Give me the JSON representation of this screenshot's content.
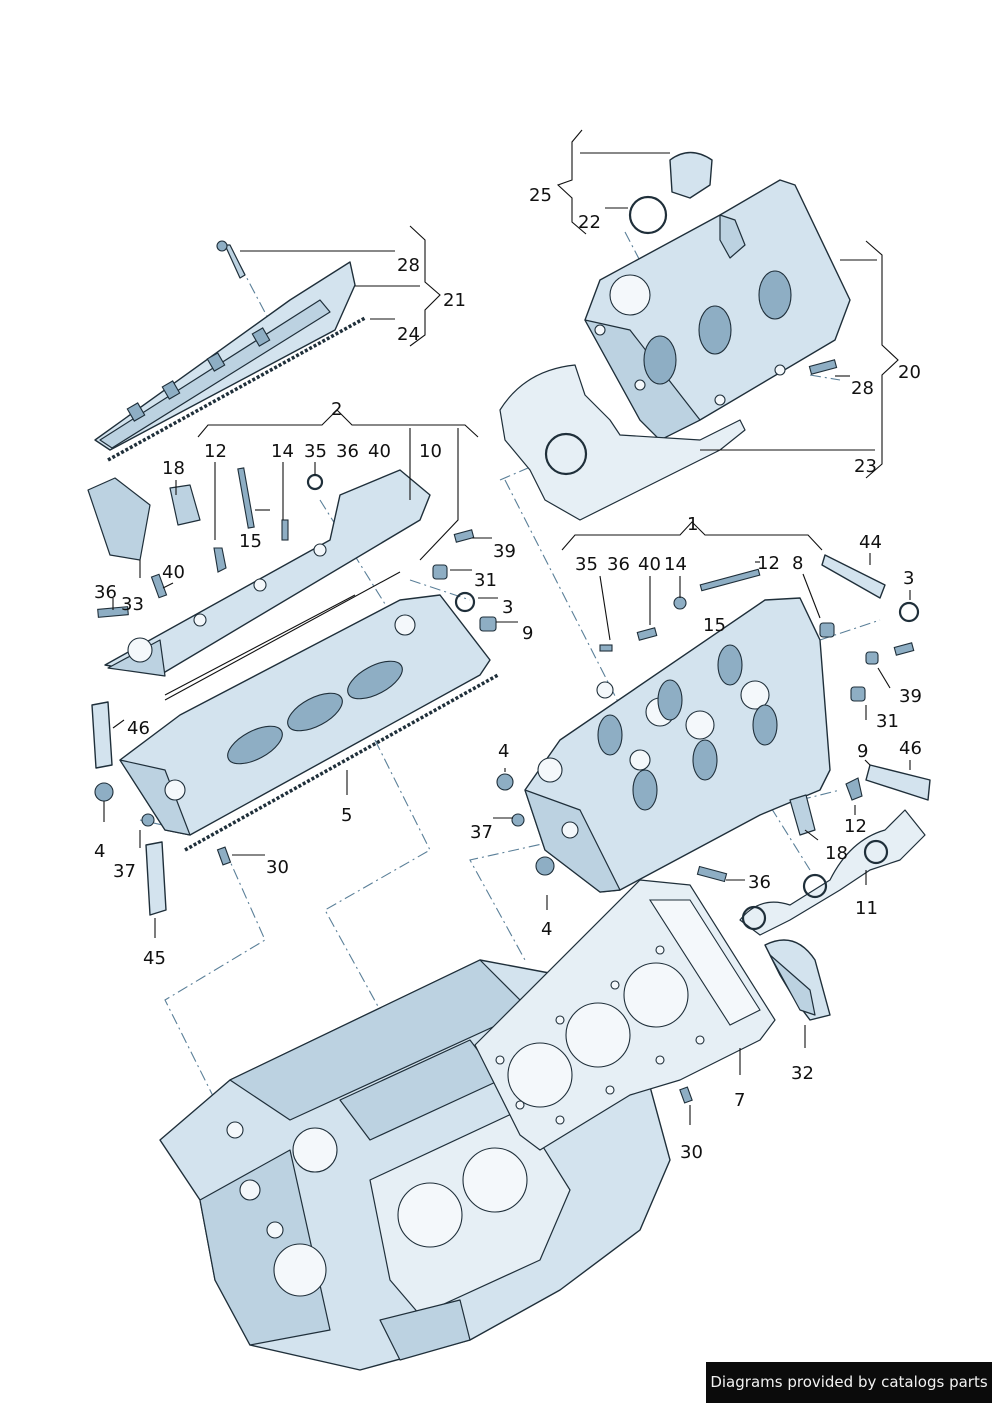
{
  "callouts": [
    {
      "id": "c28a",
      "text": "28"
    },
    {
      "id": "c21",
      "text": "21"
    },
    {
      "id": "c24",
      "text": "24"
    },
    {
      "id": "c2",
      "text": "2"
    },
    {
      "id": "c12a",
      "text": "12"
    },
    {
      "id": "c14a",
      "text": "14"
    },
    {
      "id": "c35a",
      "text": "35"
    },
    {
      "id": "c36a",
      "text": "36"
    },
    {
      "id": "c40a",
      "text": "40"
    },
    {
      "id": "c10",
      "text": "10"
    },
    {
      "id": "c18a",
      "text": "18"
    },
    {
      "id": "c15a",
      "text": "15"
    },
    {
      "id": "c39a",
      "text": "39"
    },
    {
      "id": "c31a",
      "text": "31"
    },
    {
      "id": "c3a",
      "text": "3"
    },
    {
      "id": "c9a",
      "text": "9"
    },
    {
      "id": "c36b",
      "text": "36"
    },
    {
      "id": "c40b",
      "text": "40"
    },
    {
      "id": "c33",
      "text": "33"
    },
    {
      "id": "c46a",
      "text": "46"
    },
    {
      "id": "c5",
      "text": "5"
    },
    {
      "id": "c4a",
      "text": "4"
    },
    {
      "id": "c37a",
      "text": "37"
    },
    {
      "id": "c30a",
      "text": "30"
    },
    {
      "id": "c45",
      "text": "45"
    },
    {
      "id": "c25",
      "text": "25"
    },
    {
      "id": "c22",
      "text": "22"
    },
    {
      "id": "c20",
      "text": "20"
    },
    {
      "id": "c28b",
      "text": "28"
    },
    {
      "id": "c23",
      "text": "23"
    },
    {
      "id": "c1",
      "text": "1"
    },
    {
      "id": "c44",
      "text": "44"
    },
    {
      "id": "c35b",
      "text": "35"
    },
    {
      "id": "c36c",
      "text": "36"
    },
    {
      "id": "c40c",
      "text": "40"
    },
    {
      "id": "c14b",
      "text": "14"
    },
    {
      "id": "c12b",
      "text": "12"
    },
    {
      "id": "c8",
      "text": "8"
    },
    {
      "id": "c3b",
      "text": "3"
    },
    {
      "id": "c15b",
      "text": "15"
    },
    {
      "id": "c39b",
      "text": "39"
    },
    {
      "id": "c31b",
      "text": "31"
    },
    {
      "id": "c9b",
      "text": "9"
    },
    {
      "id": "c46b",
      "text": "46"
    },
    {
      "id": "c4b",
      "text": "4"
    },
    {
      "id": "c37b",
      "text": "37"
    },
    {
      "id": "c12c",
      "text": "12"
    },
    {
      "id": "c18b",
      "text": "18"
    },
    {
      "id": "c36d",
      "text": "36"
    },
    {
      "id": "c11",
      "text": "11"
    },
    {
      "id": "c4c",
      "text": "4"
    },
    {
      "id": "c32",
      "text": "32"
    },
    {
      "id": "c7",
      "text": "7"
    },
    {
      "id": "c30b",
      "text": "30"
    }
  ],
  "footer": {
    "text": "Diagrams provided by catalogs parts"
  }
}
